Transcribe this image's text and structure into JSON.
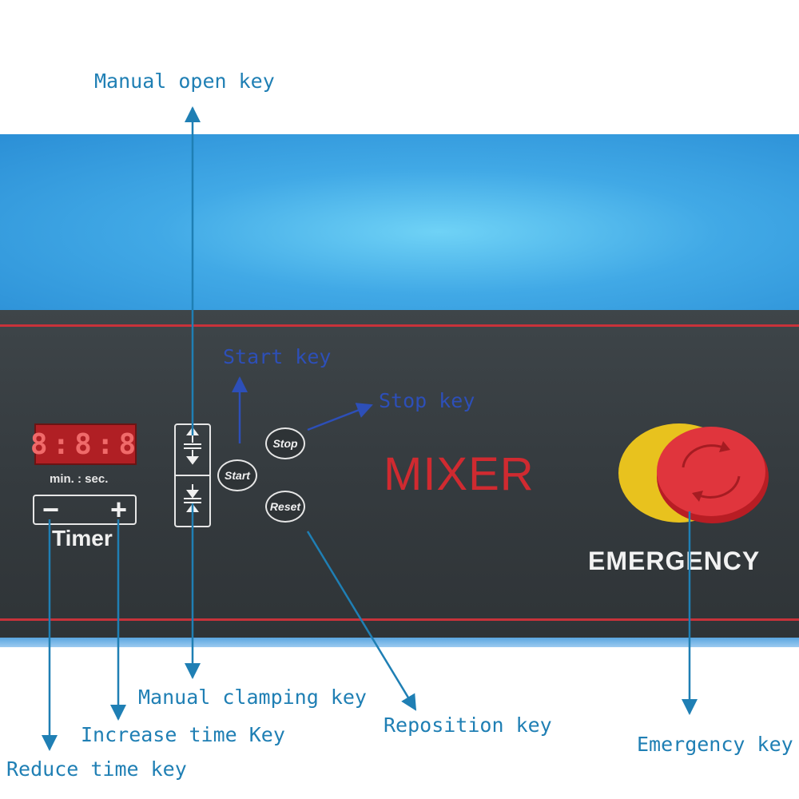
{
  "panel": {
    "timer_digits": "8:8:8",
    "timer_unit": "min. : sec.",
    "timer_minus": "−",
    "timer_plus": "+",
    "timer_label": "Timer",
    "start_button": "Start",
    "stop_button": "Stop",
    "reset_button": "Reset",
    "mixer_title": "MIXER",
    "emergency_label": "EMERGENCY"
  },
  "callouts": {
    "manual_open": "Manual open key",
    "start": "Start key",
    "stop": "Stop key",
    "manual_clamping": "Manual clamping key",
    "increase_time": "Increase time Key",
    "reduce_time": "Reduce time key",
    "reposition": "Reposition key",
    "emergency": "Emergency key"
  },
  "colors": {
    "callout_text": "#1f7fb4",
    "panel_red_line": "#c8323a",
    "emergency_button": "#e0353d",
    "emergency_base": "#e8c21e"
  }
}
